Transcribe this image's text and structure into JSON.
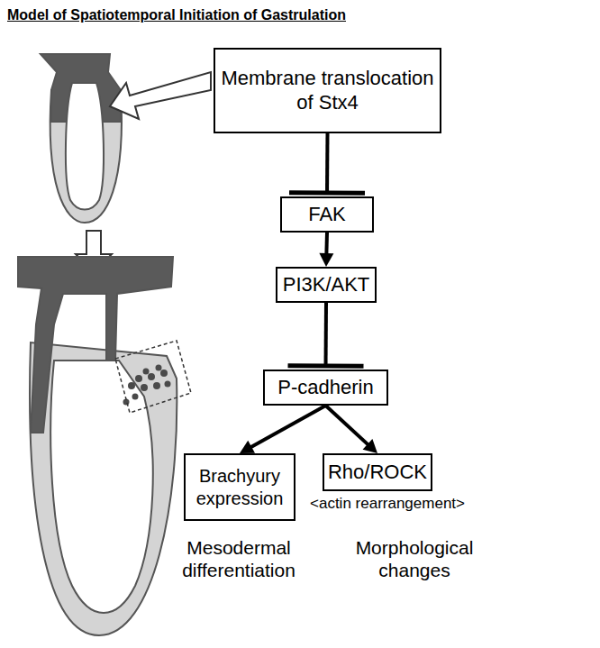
{
  "diagram": {
    "title": "Model of Spatiotemporal Initiation of Gastrulation",
    "nodes": [
      {
        "text": [
          "Membrane translocation of Stx4"
        ]
      },
      {
        "text": [
          "FAK"
        ]
      },
      {
        "text": [
          "PI3K/AKT"
        ]
      },
      {
        "text": [
          "P-cadherin"
        ]
      },
      {
        "text": [
          "Brachyury expression"
        ]
      },
      {
        "text": [
          "Rho/ROCK"
        ]
      }
    ],
    "edges": [
      {
        "from": 0,
        "to": 1,
        "arrow": "to"
      },
      {
        "from": 1,
        "to": 2,
        "arrow": "to"
      },
      {
        "from": 2,
        "to": 3,
        "arrow": "to"
      },
      {
        "from": 3,
        "to": 4,
        "arrow": "to"
      },
      {
        "from": 3,
        "to": 5,
        "arrow": "to"
      }
    ],
    "labels": [
      "<actin rearrangement>",
      "Mesodermal differentiation",
      "Morphological changes"
    ]
  }
}
